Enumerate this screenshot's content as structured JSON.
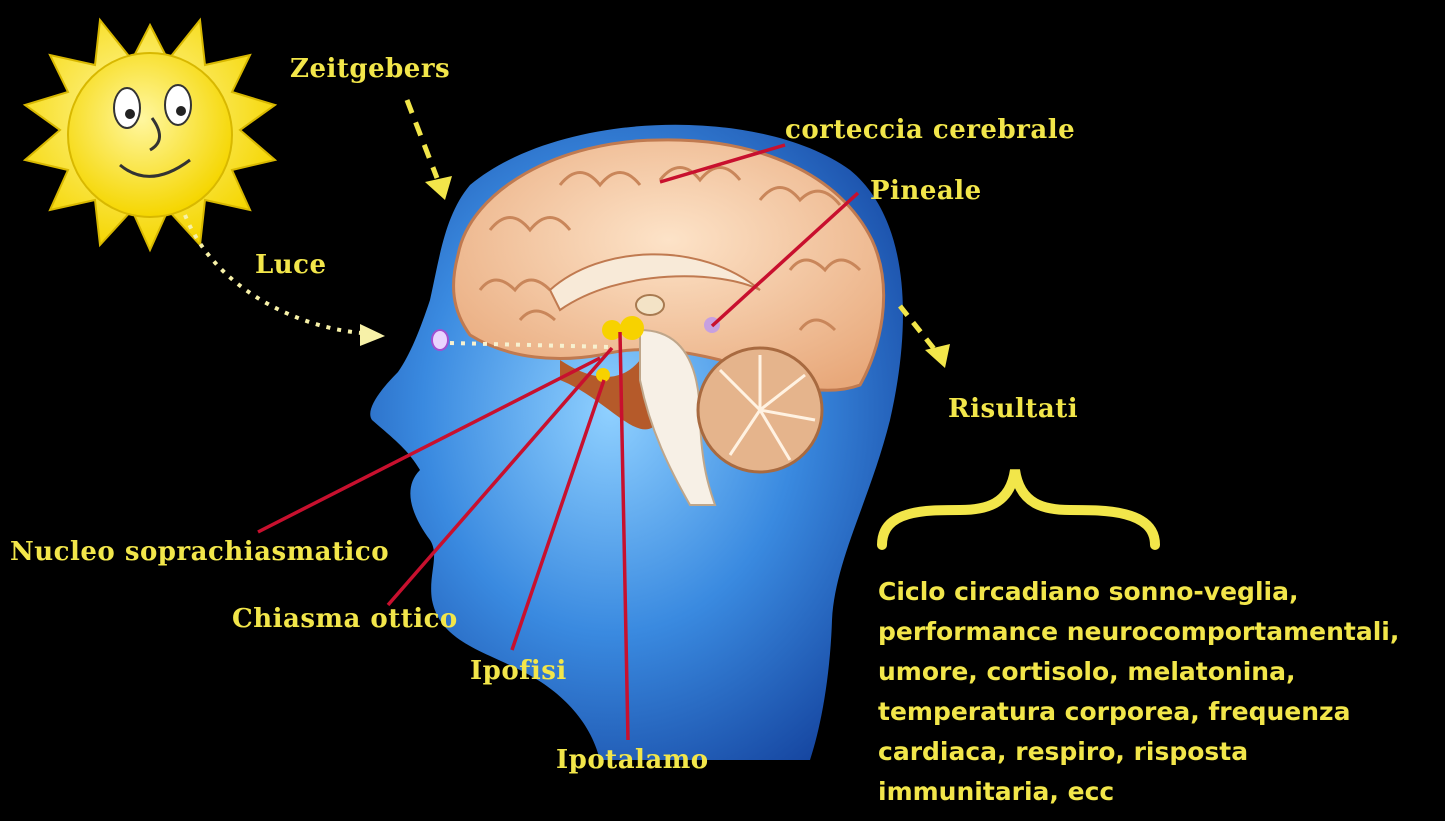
{
  "labels": {
    "zeitgebers": "Zeitgebers",
    "luce": "Luce",
    "corteccia": "corteccia cerebrale",
    "pineale": "Pineale",
    "risultati": "Risultati",
    "nucleo": "Nucleo soprachiasmatico",
    "chiasma": "Chiasma ottico",
    "ipofisi": "Ipofisi",
    "ipotalamo": "Ipotalamo"
  },
  "results": [
    "Ciclo circadiano sonno-veglia,",
    "performance neurocomportamentali,",
    "umore, cortisolo, melatonina,",
    "temperatura  corporea,  frequenza",
    "cardiaca,  respiro, risposta",
    "immunitaria, ecc"
  ],
  "colors": {
    "background": "#000000",
    "text": "#f2e64a",
    "leader_lines": "#c8102e",
    "head": "#2f7fd8",
    "brain": "#f2c9a0",
    "sun": "#ffe800"
  },
  "icons": {
    "sun": "smiling-sun-icon",
    "head": "human-head-profile",
    "brain": "brain-cross-section"
  }
}
